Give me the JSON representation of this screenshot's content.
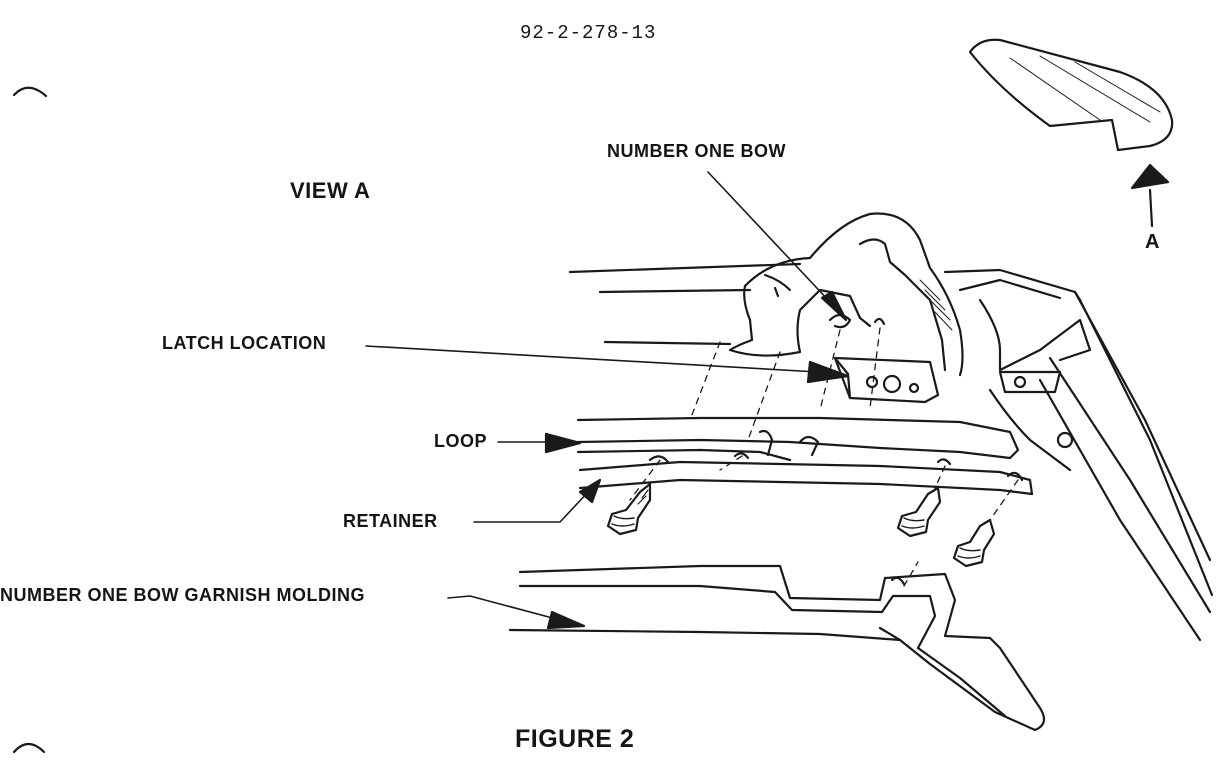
{
  "document_number": "92-2-278-13",
  "view_label": "VIEW A",
  "view_reference": "A",
  "figure_caption": "FIGURE 2",
  "callouts": {
    "number_one_bow": "NUMBER ONE BOW",
    "latch_location": "LATCH LOCATION",
    "loop": "LOOP",
    "retainer": "RETAINER",
    "garnish_molding": "NUMBER ONE BOW GARNISH MOLDING"
  },
  "icons": [
    "arrow-icon",
    "screw-icon"
  ]
}
